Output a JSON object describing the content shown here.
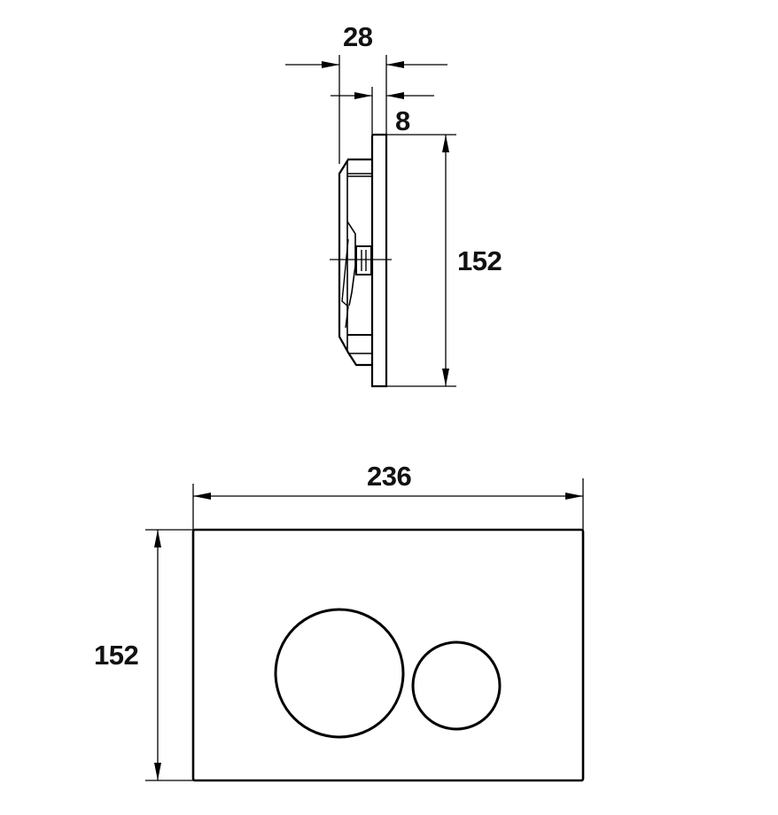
{
  "drawing": {
    "type": "technical dimension drawing",
    "subject": "flush plate with dual round buttons",
    "unit": "mm",
    "line_color": "#000000",
    "background": "#ffffff"
  },
  "side_view": {
    "depth_total_label": "28",
    "plate_thickness_label": "8",
    "height_label": "152"
  },
  "front_view": {
    "width_label": "236",
    "height_label": "152",
    "buttons": [
      {
        "name": "large-flush-button",
        "shape": "circle"
      },
      {
        "name": "small-flush-button",
        "shape": "circle"
      }
    ]
  }
}
